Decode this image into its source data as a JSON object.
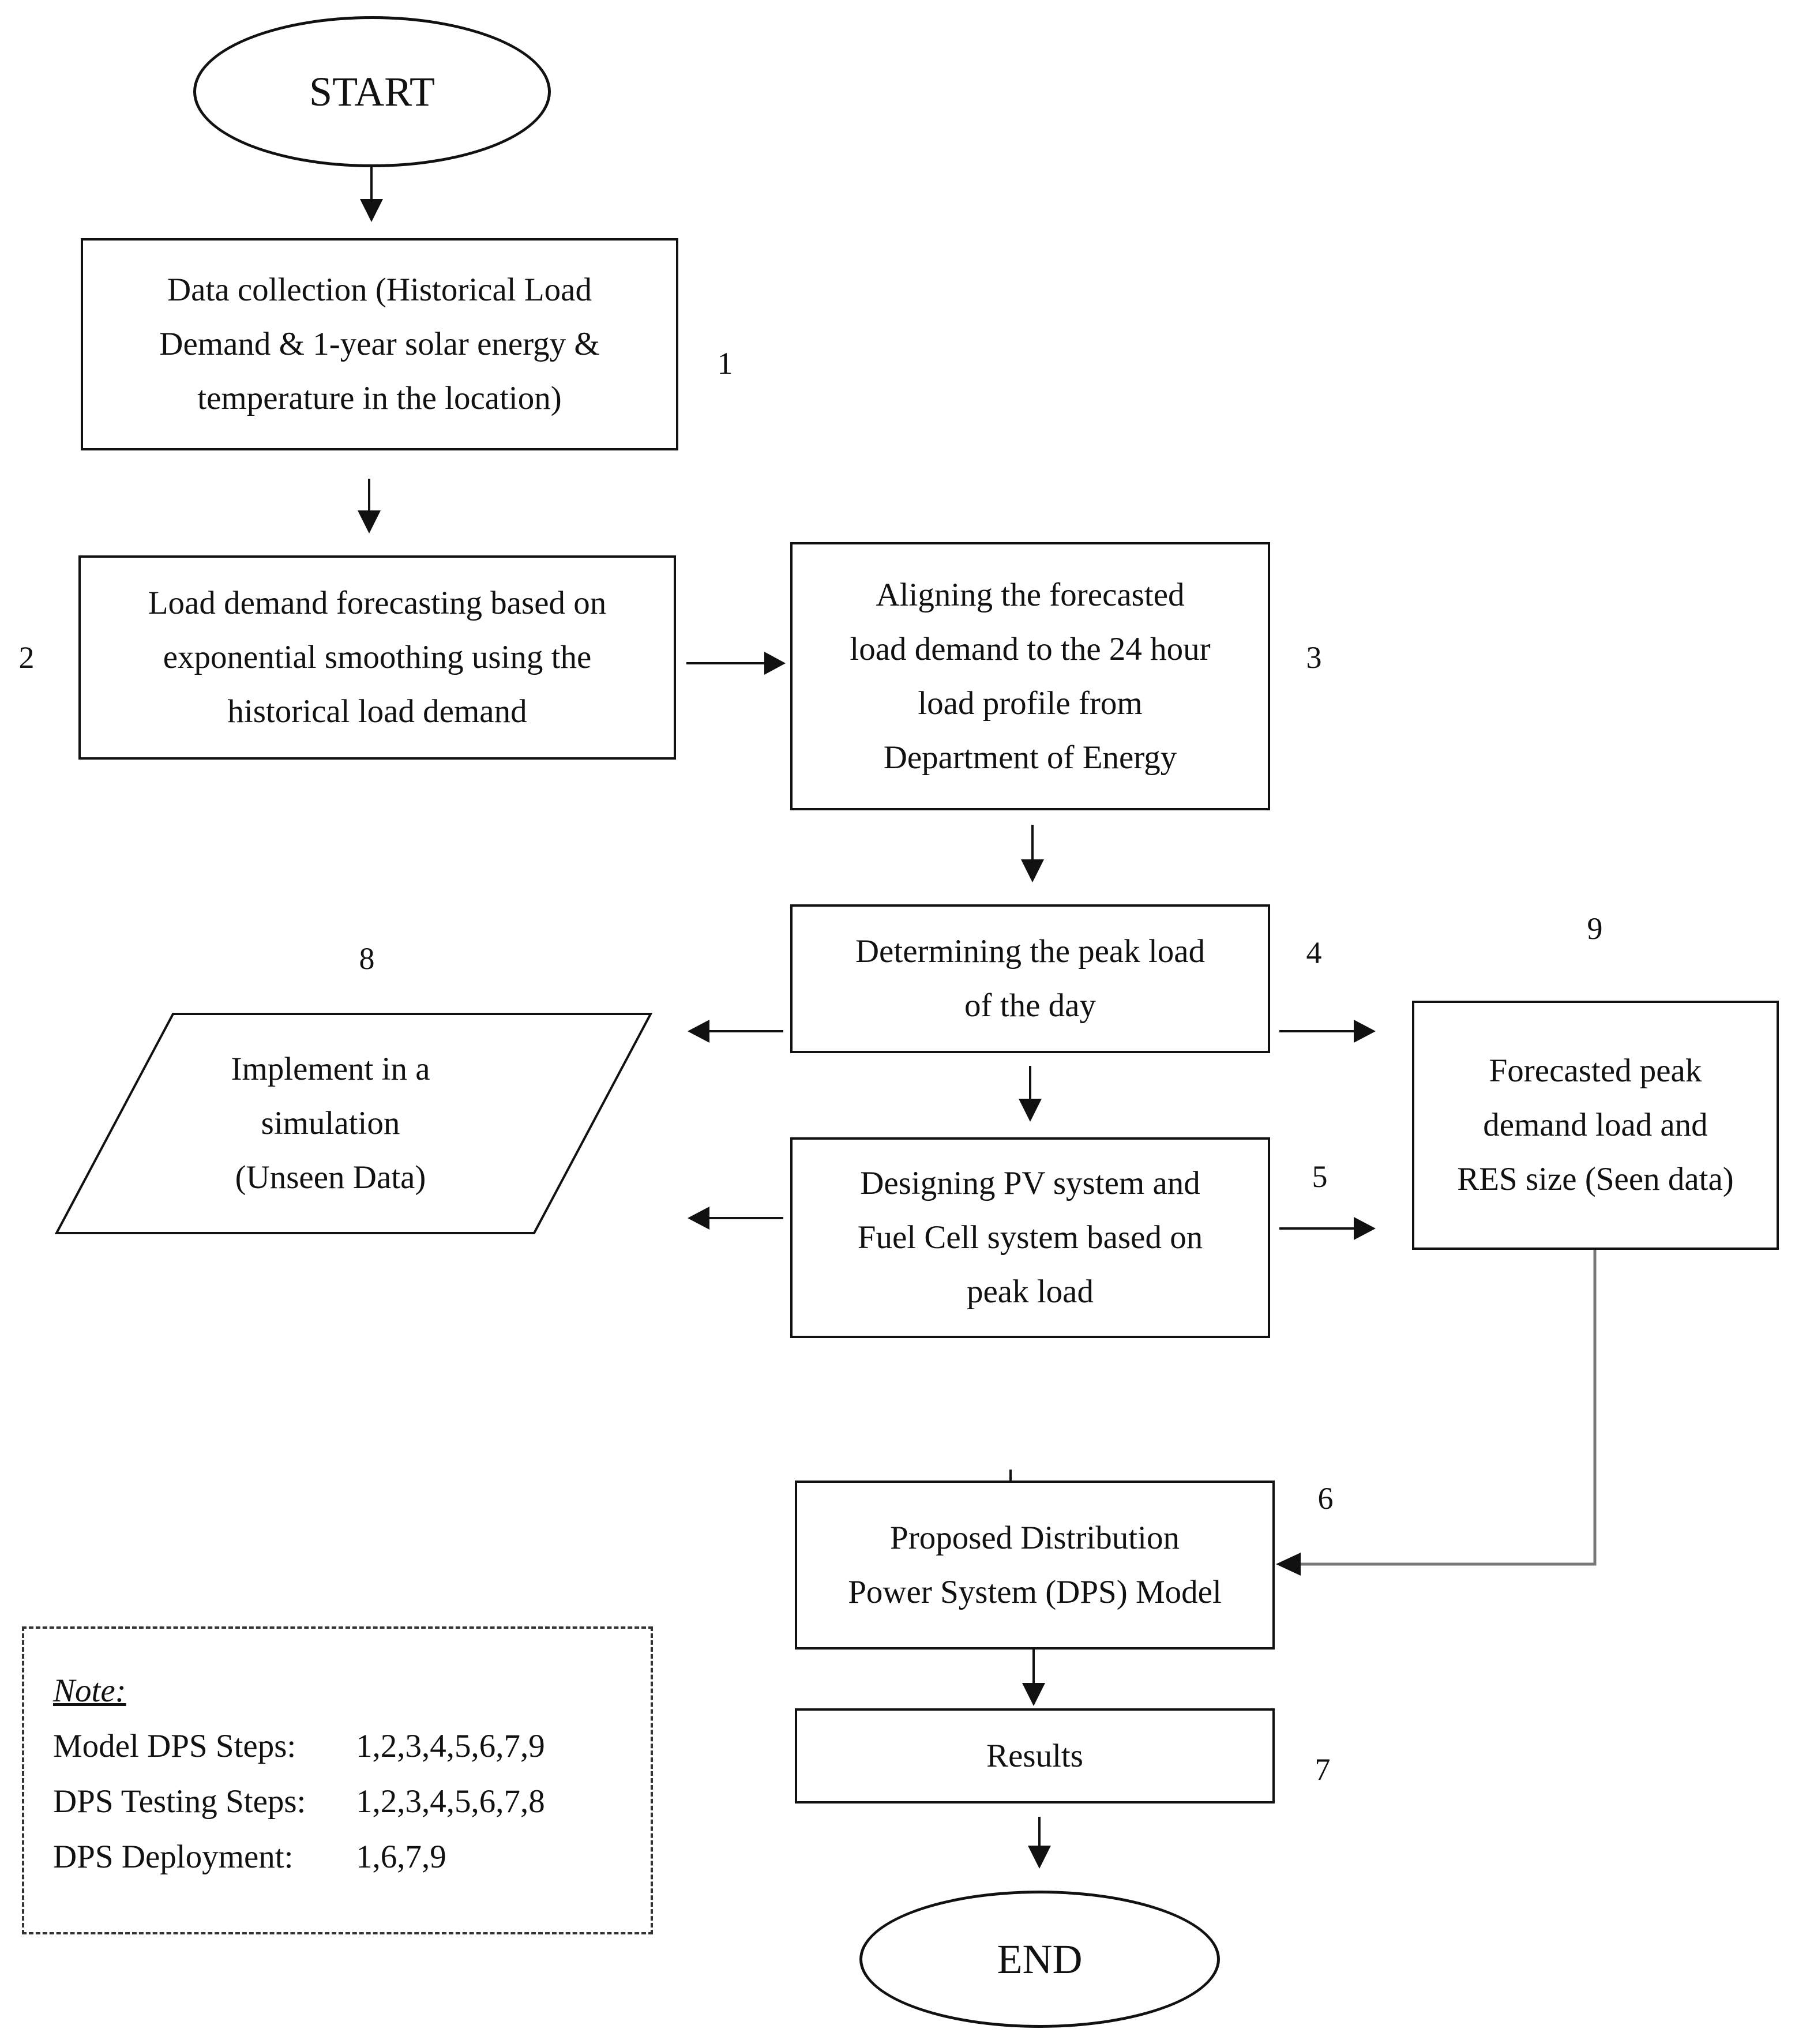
{
  "nodes": {
    "start": "START",
    "data_collection": "Data collection (Historical Load\nDemand & 1-year solar energy &\ntemperature in the location)",
    "forecasting": "Load demand forecasting based on\nexponential smoothing using the\nhistorical load demand",
    "aligning": "Aligning the forecasted\nload demand to the 24 hour\nload profile from\nDepartment of Energy",
    "peak_load": "Determining the peak load\nof the day",
    "simulation": "Implement in a\nsimulation\n(Unseen Data)",
    "designing": "Designing PV system and\nFuel Cell system based on\npeak load",
    "forecasted_peak": "Forecasted peak\ndemand load and\nRES size (Seen data)",
    "dps_model": "Proposed Distribution\nPower System (DPS) Model",
    "results": "Results",
    "end": "END"
  },
  "step_numbers": {
    "data_collection": "1",
    "forecasting": "2",
    "aligning": "3",
    "peak_load": "4",
    "designing": "5",
    "dps_model": "6",
    "results": "7",
    "simulation": "8",
    "forecasted_peak": "9"
  },
  "note": {
    "title": "Note:",
    "rows": [
      {
        "label": "Model DPS Steps:",
        "value": "1,2,3,4,5,6,7,9"
      },
      {
        "label": "DPS Testing Steps:",
        "value": "1,2,3,4,5,6,7,8"
      },
      {
        "label": "DPS Deployment:",
        "value": "1,6,7,9"
      }
    ]
  }
}
